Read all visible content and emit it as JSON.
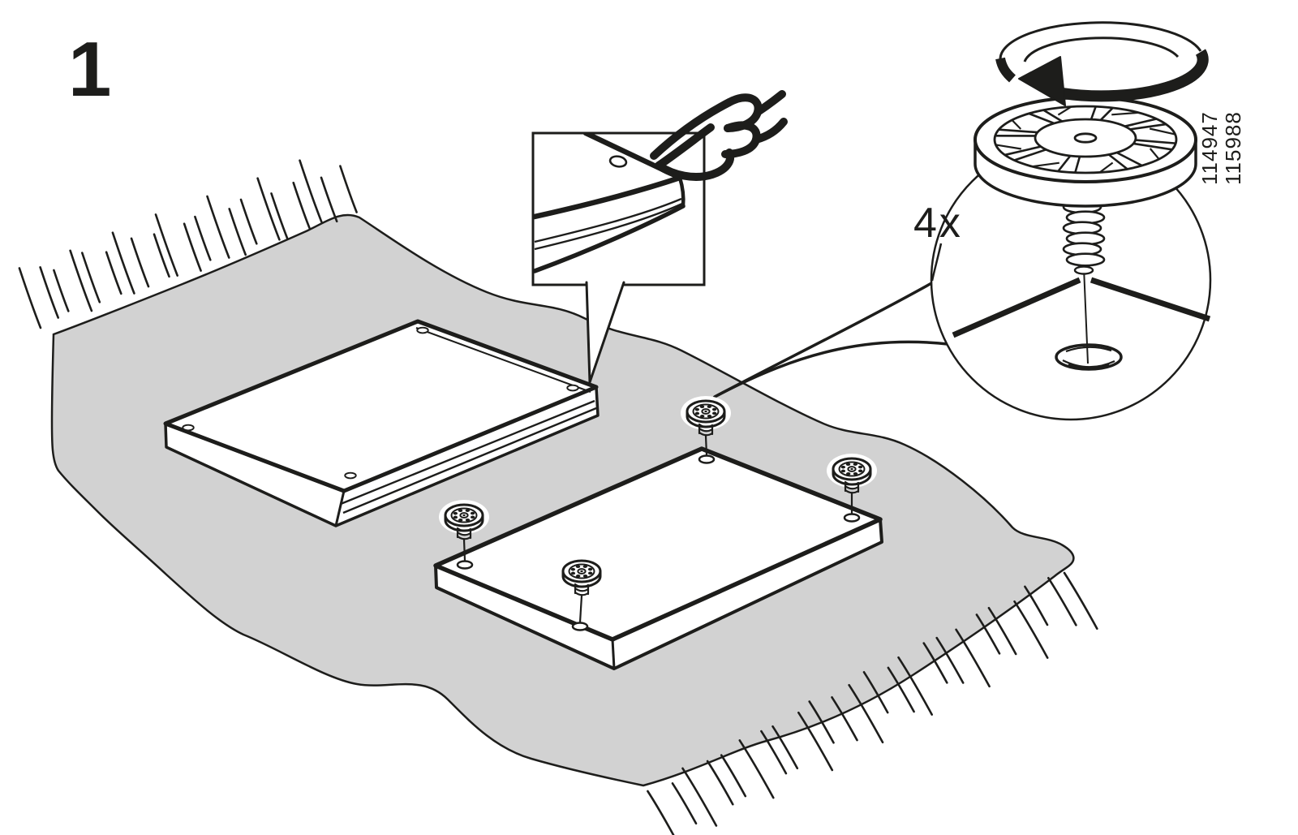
{
  "page": {
    "background": "#ffffff",
    "line_color": "#1d1d1b",
    "rug_color": "#d2d2d2"
  },
  "step": {
    "label": "1"
  },
  "detail_callout": {
    "quantity": "4x",
    "part_numbers": [
      "114947",
      "115988"
    ]
  },
  "icons": {
    "rotation_arrow": "clockwise-rotation-arrow",
    "pointing_hand": "index-finger-pointing-hand",
    "fastener": "adjustable-foot-screw"
  }
}
